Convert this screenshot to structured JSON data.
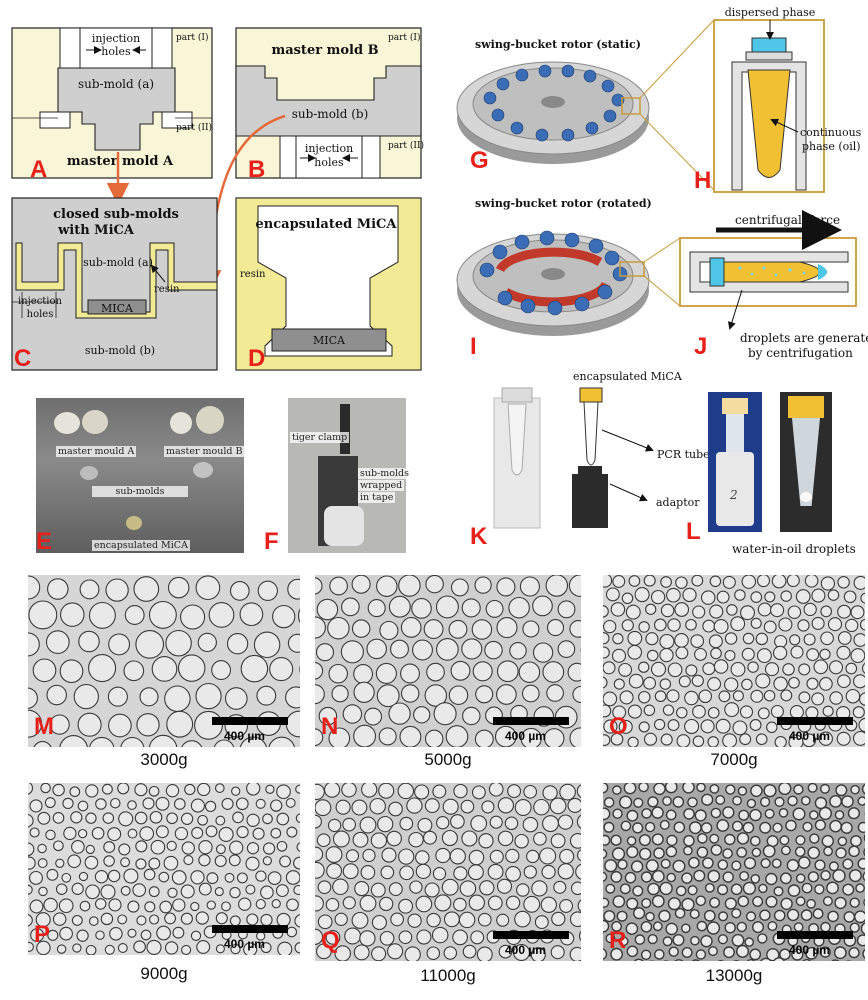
{
  "panels": {
    "A": {
      "letter": "A",
      "title": "master mold A",
      "submold": "sub-mold (a)",
      "holes": [
        "injection",
        "holes"
      ],
      "part1": "part (I)",
      "part2": "part (II)"
    },
    "B": {
      "letter": "B",
      "title": "master mold B",
      "submold": "sub-mold (b)",
      "holes": [
        "injection",
        "holes"
      ],
      "part1": "part (I)",
      "part2": "part (II)"
    },
    "C": {
      "letter": "C",
      "title": [
        "closed sub-molds",
        "with MiCA"
      ],
      "submold_a": "sub-mold (a)",
      "submold_b": "sub-mold (b)",
      "resin": "resin",
      "mica": "MICA",
      "holes": [
        "injection",
        "holes"
      ]
    },
    "D": {
      "letter": "D",
      "title": "encapsulated MiCA",
      "resin": "resin",
      "mica": "MICA"
    },
    "G": {
      "letter": "G",
      "title": "swing-bucket rotor (static)"
    },
    "H": {
      "letter": "H",
      "dispersed": "dispersed phase",
      "continuous": [
        "continuous",
        "phase (oil)"
      ]
    },
    "I": {
      "letter": "I",
      "title": "swing-bucket rotor (rotated)"
    },
    "J": {
      "letter": "J",
      "force": "centrifugal Force",
      "droplets": [
        "droplets are generated",
        "by centrifugation"
      ]
    },
    "E": {
      "letter": "E",
      "labels": [
        "master mould A",
        "master mould B",
        "sub-molds",
        "encapsulated MiCA"
      ]
    },
    "F": {
      "letter": "F",
      "labels": [
        "tiger clamp",
        "sub-molds",
        "wrapped",
        "in tape"
      ]
    },
    "K": {
      "letter": "K",
      "labels": [
        "encapsulated MiCA",
        "PCR tube",
        "adaptor"
      ]
    },
    "L": {
      "letter": "L",
      "label": "water-in-oil droplets",
      "tube_mark": "2"
    }
  },
  "micrographs": [
    {
      "letter": "M",
      "g": "3000g",
      "scale": "400 µm",
      "tone": "#d6d6d6"
    },
    {
      "letter": "N",
      "g": "5000g",
      "scale": "400 µm",
      "tone": "#d0d0d0"
    },
    {
      "letter": "O",
      "g": "7000g",
      "scale": "400 µm",
      "tone": "#d8d8d8"
    },
    {
      "letter": "P",
      "g": "9000g",
      "scale": "400 µm",
      "tone": "#dcdcdc"
    },
    {
      "letter": "Q",
      "g": "11000g",
      "scale": "400 µm",
      "tone": "#cfcfcf"
    },
    {
      "letter": "R",
      "g": "13000g",
      "scale": "400 µm",
      "tone": "#a8a8a8"
    }
  ],
  "colors": {
    "mold": "#f8f6d6",
    "submold": "#cfcfcf",
    "resin": "#f2ea95",
    "accent": "#e8201a",
    "arrow": "#e56a3a",
    "oil": "#f1c033",
    "frame": "#c89c3a"
  }
}
